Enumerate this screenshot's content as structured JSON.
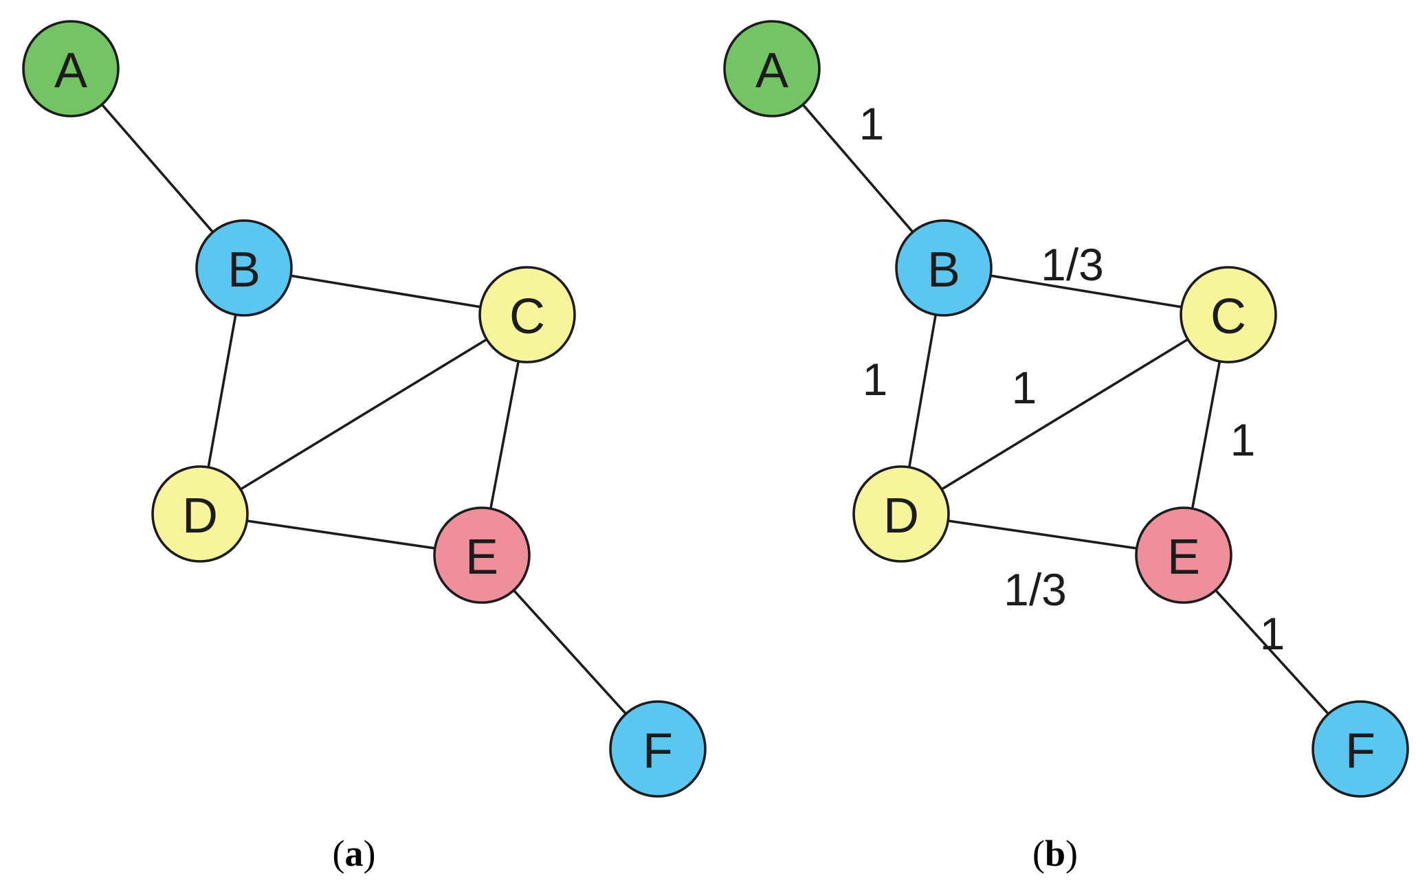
{
  "colors": {
    "green": "#74c365",
    "blue": "#5bc6f0",
    "yellow": "#f7f59b",
    "pink": "#ef8f9c",
    "stroke": "#1c1c1c"
  },
  "panels": [
    {
      "id": "a",
      "caption_open": "(",
      "caption_letter": "a",
      "caption_close": ")",
      "nodes": [
        {
          "id": "A",
          "label": "A",
          "color": "green"
        },
        {
          "id": "B",
          "label": "B",
          "color": "blue"
        },
        {
          "id": "C",
          "label": "C",
          "color": "yellow"
        },
        {
          "id": "D",
          "label": "D",
          "color": "yellow"
        },
        {
          "id": "E",
          "label": "E",
          "color": "pink"
        },
        {
          "id": "F",
          "label": "F",
          "color": "blue"
        }
      ],
      "edges": [
        {
          "from": "A",
          "to": "B",
          "weight": ""
        },
        {
          "from": "B",
          "to": "C",
          "weight": ""
        },
        {
          "from": "B",
          "to": "D",
          "weight": ""
        },
        {
          "from": "C",
          "to": "D",
          "weight": ""
        },
        {
          "from": "C",
          "to": "E",
          "weight": ""
        },
        {
          "from": "D",
          "to": "E",
          "weight": ""
        },
        {
          "from": "E",
          "to": "F",
          "weight": ""
        }
      ]
    },
    {
      "id": "b",
      "caption_open": "(",
      "caption_letter": "b",
      "caption_close": ")",
      "nodes": [
        {
          "id": "A",
          "label": "A",
          "color": "green"
        },
        {
          "id": "B",
          "label": "B",
          "color": "blue"
        },
        {
          "id": "C",
          "label": "C",
          "color": "yellow"
        },
        {
          "id": "D",
          "label": "D",
          "color": "yellow"
        },
        {
          "id": "E",
          "label": "E",
          "color": "pink"
        },
        {
          "id": "F",
          "label": "F",
          "color": "blue"
        }
      ],
      "edges": [
        {
          "from": "A",
          "to": "B",
          "weight": "1"
        },
        {
          "from": "B",
          "to": "C",
          "weight": "1/3"
        },
        {
          "from": "B",
          "to": "D",
          "weight": "1"
        },
        {
          "from": "C",
          "to": "D",
          "weight": "1"
        },
        {
          "from": "C",
          "to": "E",
          "weight": "1"
        },
        {
          "from": "D",
          "to": "E",
          "weight": "1/3"
        },
        {
          "from": "E",
          "to": "F",
          "weight": "1"
        }
      ]
    }
  ]
}
